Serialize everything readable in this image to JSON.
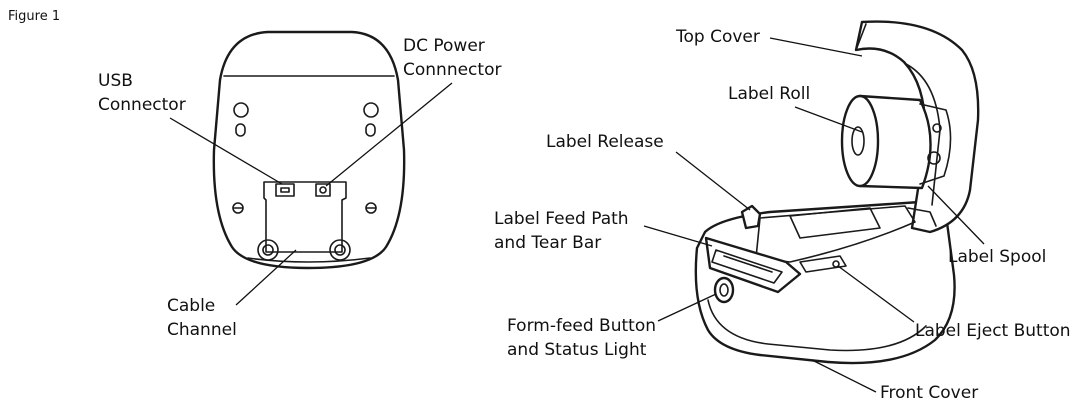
{
  "figure_label": "Figure 1",
  "bottom_view": {
    "labels": {
      "usb_line1": "USB",
      "usb_line2": "Connector",
      "dc_line1": "DC Power",
      "dc_line2": "Connnector",
      "cable_line1": "Cable",
      "cable_line2": "Channel"
    }
  },
  "printer_view": {
    "labels": {
      "top_cover": "Top Cover",
      "label_roll": "Label Roll",
      "label_release": "Label Release",
      "feed_path_line1": "Label Feed Path",
      "feed_path_line2": "and Tear Bar",
      "label_spool": "Label Spool",
      "form_feed_line1": "Form-feed Button",
      "form_feed_line2": "and Status Light",
      "eject_button": "Label Eject Button",
      "front_cover": "Front Cover"
    }
  }
}
